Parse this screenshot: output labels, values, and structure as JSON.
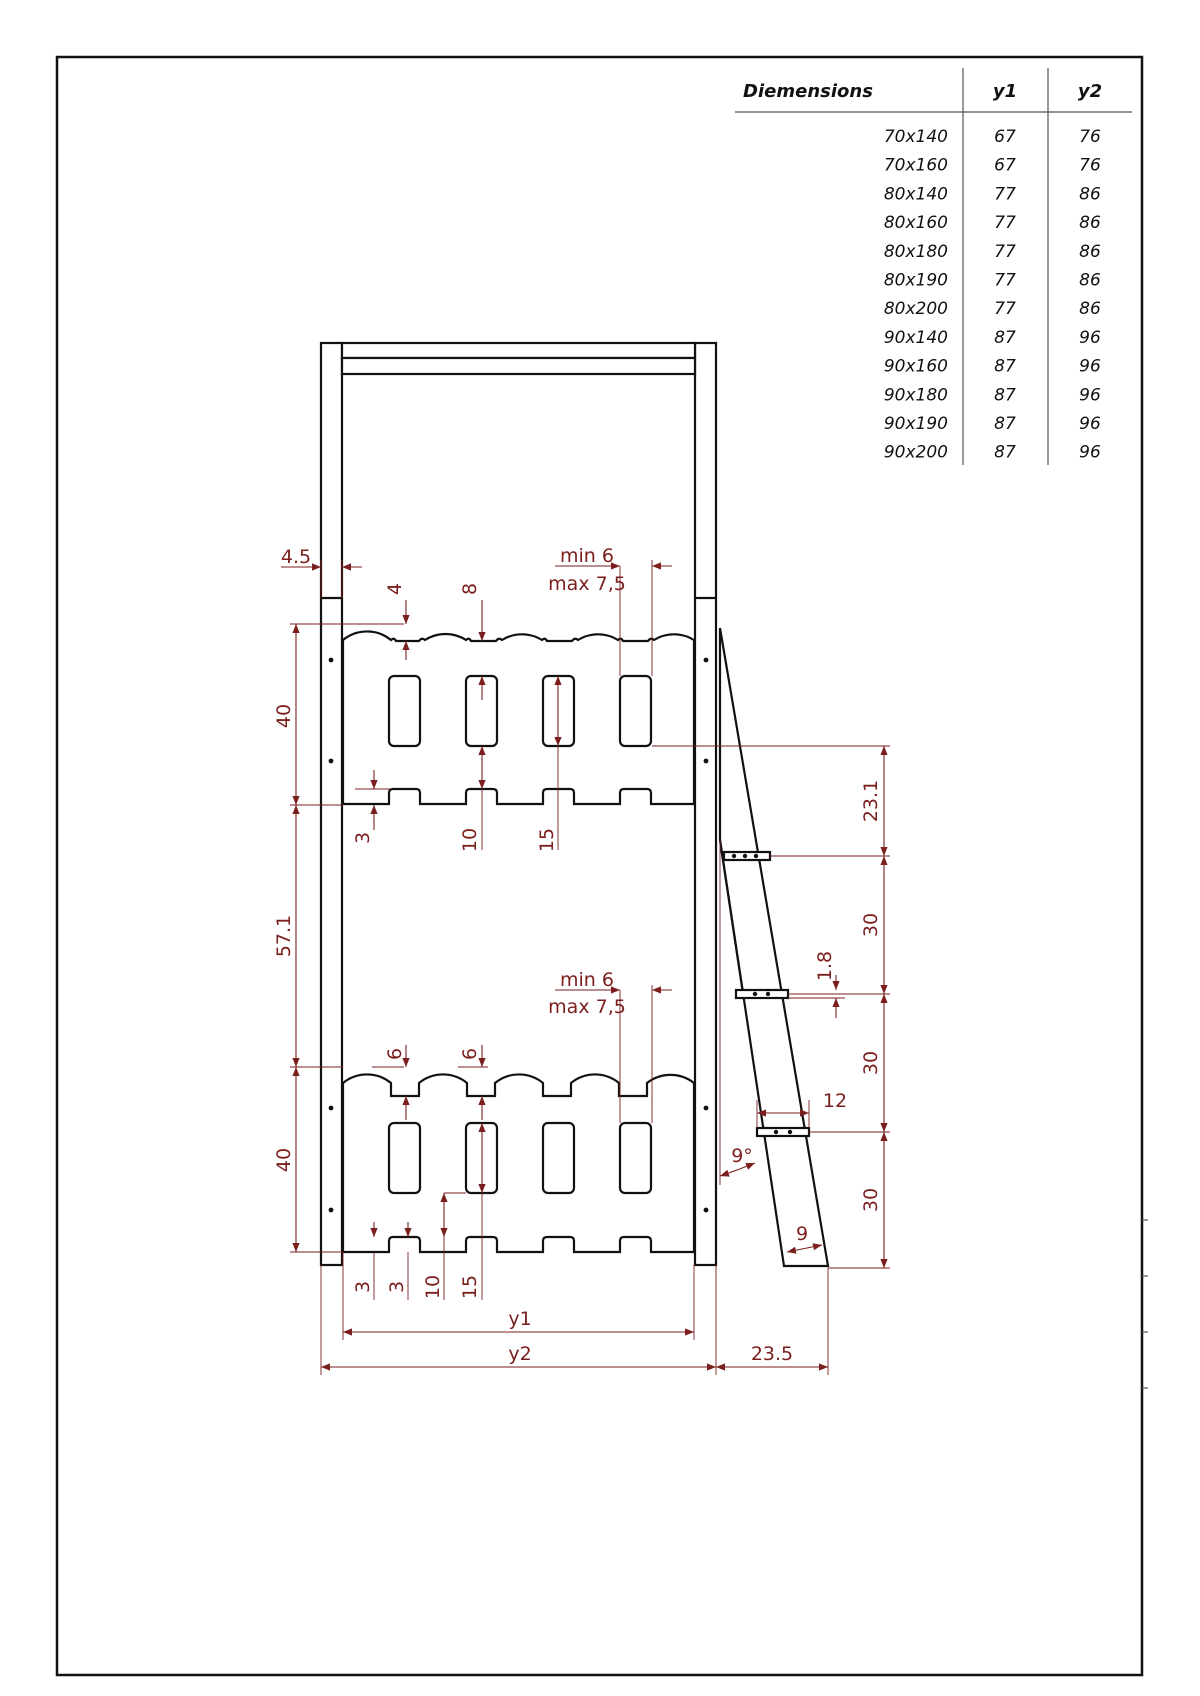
{
  "table": {
    "header": {
      "dim": "Diemensions",
      "y1": "y1",
      "y2": "y2"
    },
    "rows": [
      {
        "dim": "70x140",
        "y1": "67",
        "y2": "76"
      },
      {
        "dim": "70x160",
        "y1": "67",
        "y2": "76"
      },
      {
        "dim": "80x140",
        "y1": "77",
        "y2": "86"
      },
      {
        "dim": "80x160",
        "y1": "77",
        "y2": "86"
      },
      {
        "dim": "80x180",
        "y1": "77",
        "y2": "86"
      },
      {
        "dim": "80x190",
        "y1": "77",
        "y2": "86"
      },
      {
        "dim": "80x200",
        "y1": "77",
        "y2": "86"
      },
      {
        "dim": "90x140",
        "y1": "87",
        "y2": "96"
      },
      {
        "dim": "90x160",
        "y1": "87",
        "y2": "96"
      },
      {
        "dim": "90x180",
        "y1": "87",
        "y2": "96"
      },
      {
        "dim": "90x190",
        "y1": "87",
        "y2": "96"
      },
      {
        "dim": "90x200",
        "y1": "87",
        "y2": "96"
      }
    ]
  },
  "dims": {
    "post_width": "4.5",
    "notch_depth_top": "4",
    "slot_gap_top": "8",
    "min_top": "min 6",
    "max_top": "max 7,5",
    "upper_height": "40",
    "bottom_notch_top": "3",
    "bottom_gap_top": "10",
    "slot_height_top": "15",
    "between_guards": "57.1",
    "min_bottom": "min 6",
    "max_bottom": "max 7,5",
    "notch_depth_bottom": "6",
    "slot_gap_bottom": "6",
    "lower_height": "40",
    "bottom_notch_a": "3",
    "bottom_notch_b": "3",
    "bottom_gap_bottom": "10",
    "slot_height_bottom": "15",
    "y1": "y1",
    "y2": "y2",
    "ladder_offset": "23.5",
    "ladder_top": "23.1",
    "step_1": "30",
    "step_2": "30",
    "step_3": "30",
    "step_thickness": "1.8",
    "step_depth": "12",
    "ladder_angle": "9°",
    "ladder_width": "9"
  }
}
